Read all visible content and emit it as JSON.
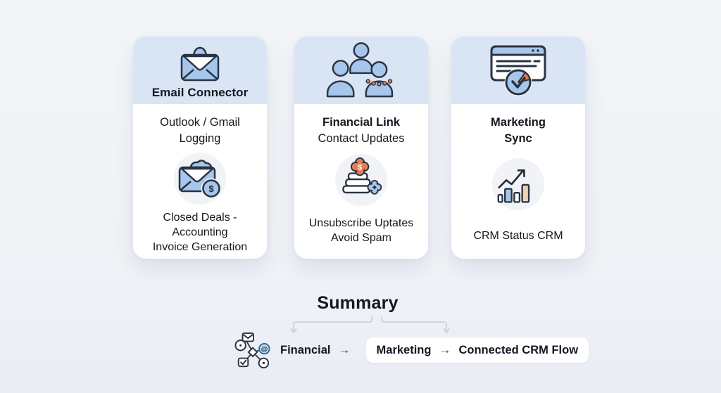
{
  "cards": [
    {
      "header_title": "Email Connector",
      "header_icon": "envelope-icon",
      "top_lines": [
        "Outlook / Gmail",
        "Logging"
      ],
      "badge_icon": "envelope-dollar-icon",
      "bottom_lines": [
        "Closed Deals -",
        "Accounting",
        "Invoice Generation"
      ]
    },
    {
      "header_icon": "team-icon",
      "top_lines": [
        "Financial Link",
        "Contact Updates"
      ],
      "badge_icon": "finance-stack-icon",
      "bottom_lines": [
        "Unsubscribe Uptates",
        "Avoid Spam"
      ]
    },
    {
      "header_icon": "browser-sync-icon",
      "top_lines": [
        "Marketing",
        "Sync"
      ],
      "badge_icon": "growth-chart-icon",
      "bottom_lines": [
        "CRM Status CRM"
      ]
    }
  ],
  "summary": {
    "title": "Summary",
    "hub_icon": "integration-hub-icon",
    "flow": {
      "step1": "Financial",
      "arrow1": "→",
      "step2": "Marketing",
      "arrow2": "→",
      "step3": "Connected CRM Flow"
    }
  },
  "glyphs": {
    "dollar": "$",
    "at": "@"
  },
  "colors": {
    "background": "#f0f2f6",
    "card_background": "#ffffff",
    "card_header": "#d9e4f5",
    "icon_fill_blue": "#a6c6ec",
    "icon_outline": "#2a3342",
    "accent_orange": "#e47e52",
    "accent_tan": "#ecd3b3",
    "badge_circle": "#f1f3f7",
    "text": "#14181f",
    "bracket_line": "#c7cdd9"
  }
}
